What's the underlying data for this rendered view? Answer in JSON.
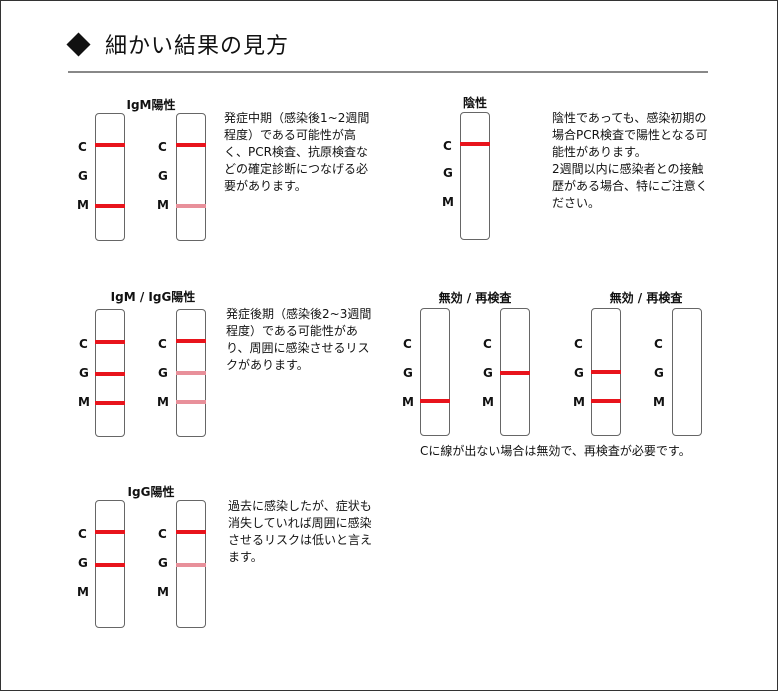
{
  "title": "細かい結果の見方",
  "row_labels": {
    "c": "C",
    "g": "G",
    "m": "M"
  },
  "sections": {
    "igm": {
      "label": "IgM陽性",
      "desc": "発症中期（感染後1~2週間程度）である可能性が高く、PCR検査、抗原検査などの確定診断につなげる必要があります。"
    },
    "negative": {
      "label": "陰性",
      "desc": "陰性であっても、感染初期の場合PCR検査で陽性となる可能性があります。\n2週間以内に感染者との接触歴がある場合、特にご注意ください。"
    },
    "igm_igg": {
      "label": "IgM / IgG陽性",
      "desc": "発症後期（感染後2~3週間程度）である可能性があり、周囲に感染させるリスクがあります。"
    },
    "invalid1": {
      "label": "無効 / 再検査"
    },
    "invalid2": {
      "label": "無効 / 再検査"
    },
    "invalid_note": "Cに線が出ない場合は無効で、再検査が必要です。",
    "igg": {
      "label": "IgG陽性",
      "desc": "過去に感染したが、症状も消失していれば周囲に感染させるリスクは低いと言えます。"
    }
  },
  "colors": {
    "strong_line": "#e8141c",
    "faint_line": "#e8909a"
  }
}
